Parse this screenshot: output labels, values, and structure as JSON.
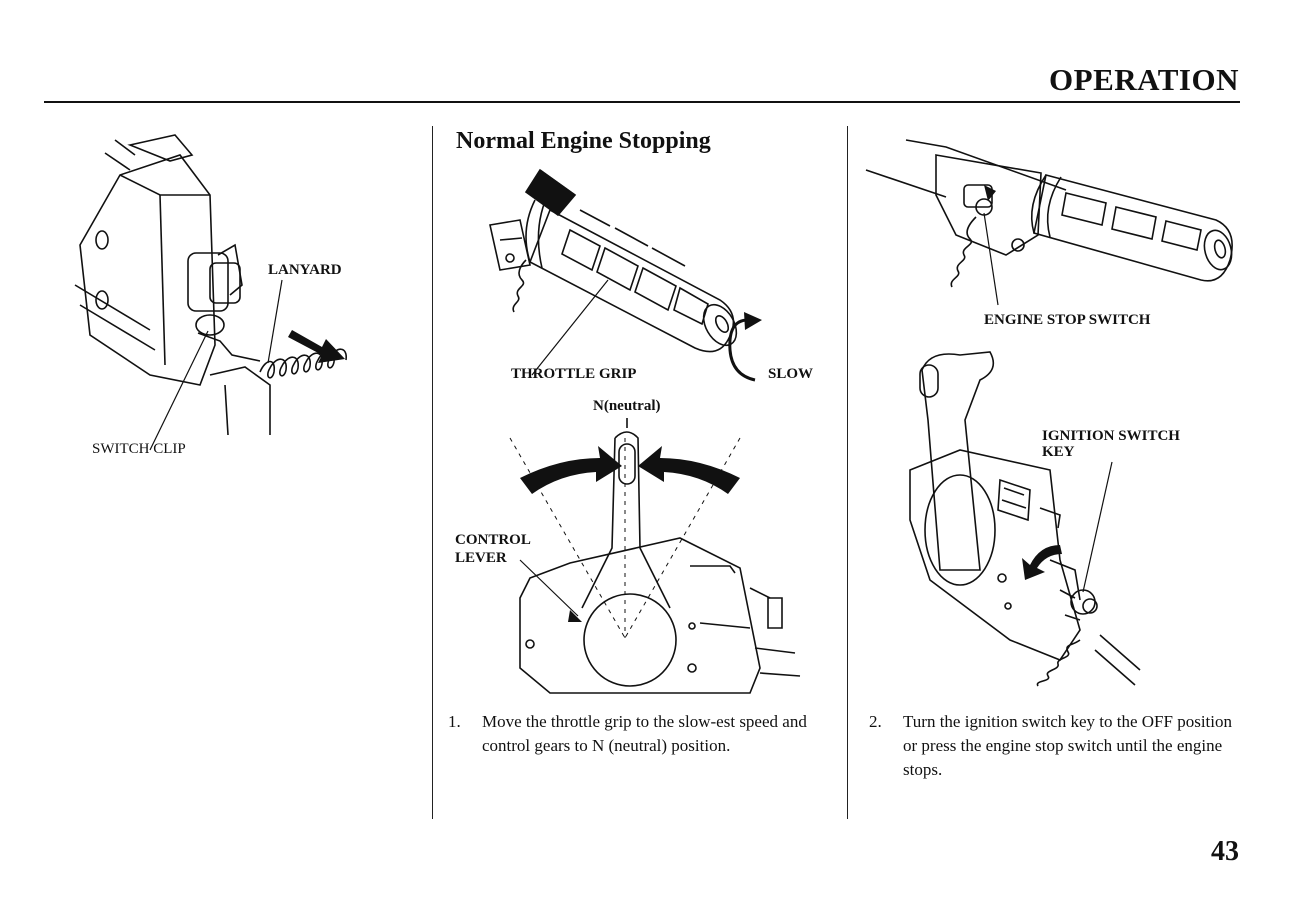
{
  "header": {
    "title": "OPERATION"
  },
  "section": {
    "title": "Normal Engine Stopping"
  },
  "labels": {
    "lanyard": "LANYARD",
    "switch_clip": "SWITCH CLIP",
    "throttle_grip": "THROTTLE GRIP",
    "slow": "SLOW",
    "neutral": "N(neutral)",
    "control_lever_line1": "CONTROL",
    "control_lever_line2": "LEVER",
    "engine_stop_switch": "ENGINE STOP SWITCH",
    "ignition_switch_line1": "IGNITION SWITCH",
    "ignition_switch_line2": "KEY"
  },
  "steps": [
    {
      "number": "1.",
      "text": "Move the throttle grip to the slow-est speed and control gears to N (neutral) position."
    },
    {
      "number": "2.",
      "text": "Turn the ignition switch key to the OFF position or press the engine stop switch until the engine stops."
    }
  ],
  "page_number": "43",
  "icons": {
    "lanyard_illustration": "lanyard-switch-clip-illustration",
    "throttle_illustration": "throttle-grip-illustration",
    "lever_illustration": "control-lever-illustration",
    "stop_switch_illustration": "engine-stop-switch-illustration",
    "ignition_illustration": "ignition-key-illustration"
  }
}
